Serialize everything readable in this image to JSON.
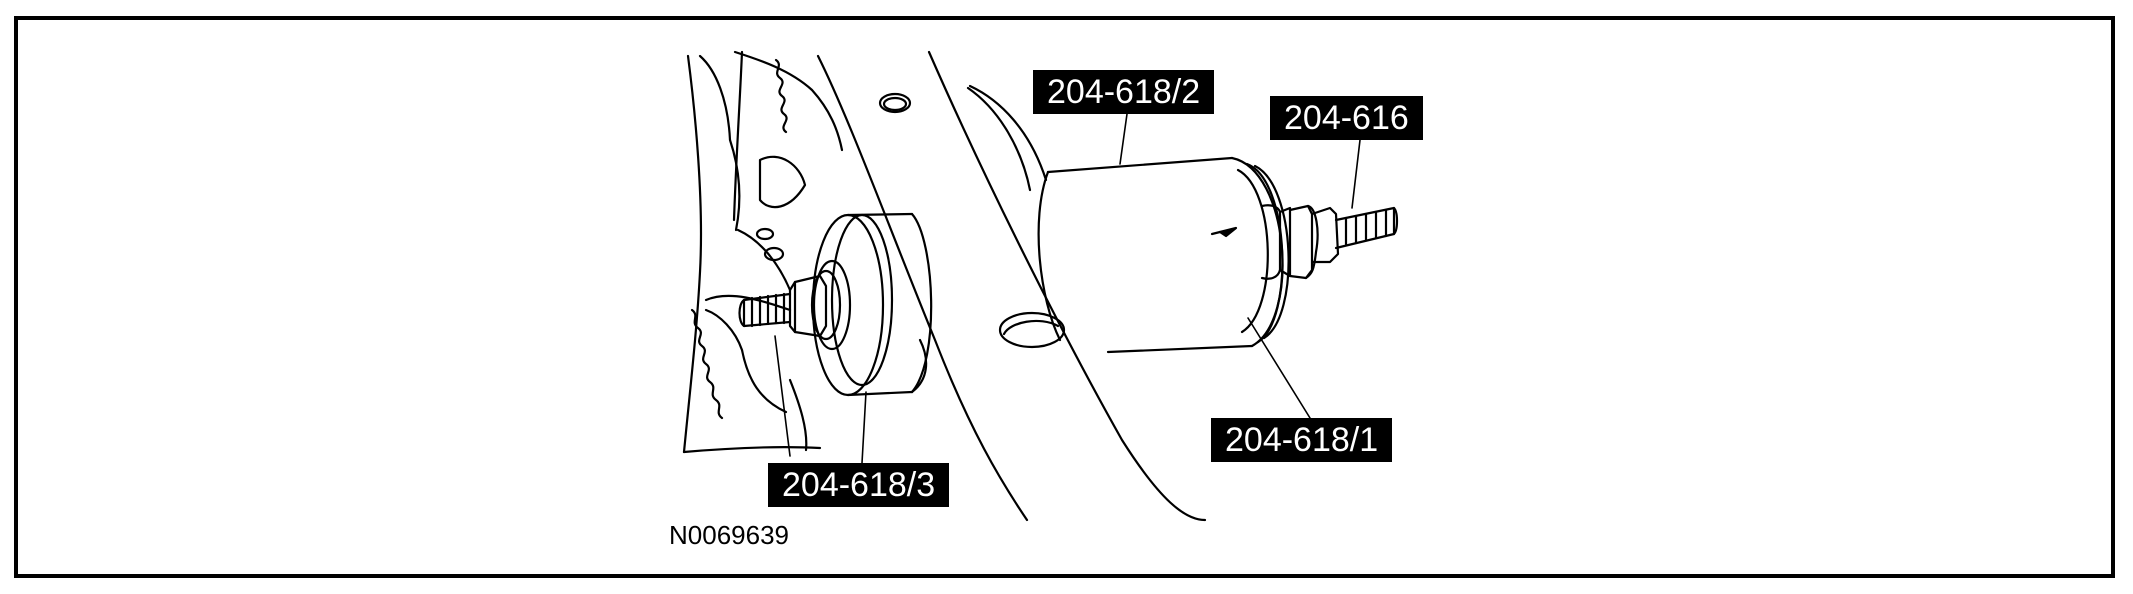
{
  "callouts": {
    "tool_618_2": "204-618/2",
    "tool_616": "204-616",
    "tool_618_1": "204-618/1",
    "tool_618_3": "204-618/3"
  },
  "figure_id": "N0069639",
  "colors": {
    "line": "#000000",
    "label_background": "#000000",
    "label_text": "#ffffff",
    "background": "#ffffff"
  }
}
